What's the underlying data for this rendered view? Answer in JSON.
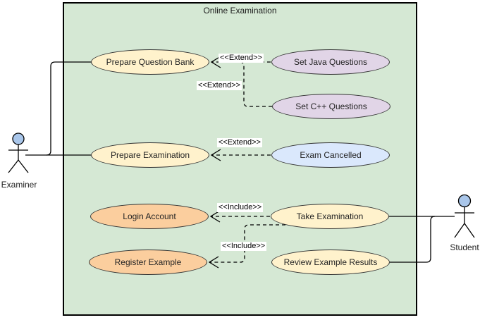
{
  "diagram": {
    "title": "Online Examination",
    "colors": {
      "boundary_fill": "#d5e8d4",
      "actor_head_fill": "#a9c6ea",
      "cream": "#fff2cc",
      "purple": "#e1d5e7",
      "blue": "#dae8fc",
      "orange": "#fbce9e",
      "line": "#000000"
    },
    "actors": [
      {
        "name": "Examiner"
      },
      {
        "name": "Student"
      }
    ],
    "use_cases": [
      {
        "label": "Prepare Question Bank",
        "fill": "#fff2cc"
      },
      {
        "label": "Set Java Questions",
        "fill": "#e1d5e7"
      },
      {
        "label": "Set C++ Questions",
        "fill": "#e1d5e7"
      },
      {
        "label": "Prepare Examination",
        "fill": "#fff2cc"
      },
      {
        "label": "Exam Cancelled",
        "fill": "#dae8fc"
      },
      {
        "label": "Login Account",
        "fill": "#fbce9e"
      },
      {
        "label": "Take Examination",
        "fill": "#fff2cc"
      },
      {
        "label": "Register Example",
        "fill": "#fbce9e"
      },
      {
        "label": "Review Example Results",
        "fill": "#fff2cc"
      }
    ],
    "stereotypes": {
      "extend": "<<Extend>>",
      "include": "<<Include>>"
    }
  }
}
